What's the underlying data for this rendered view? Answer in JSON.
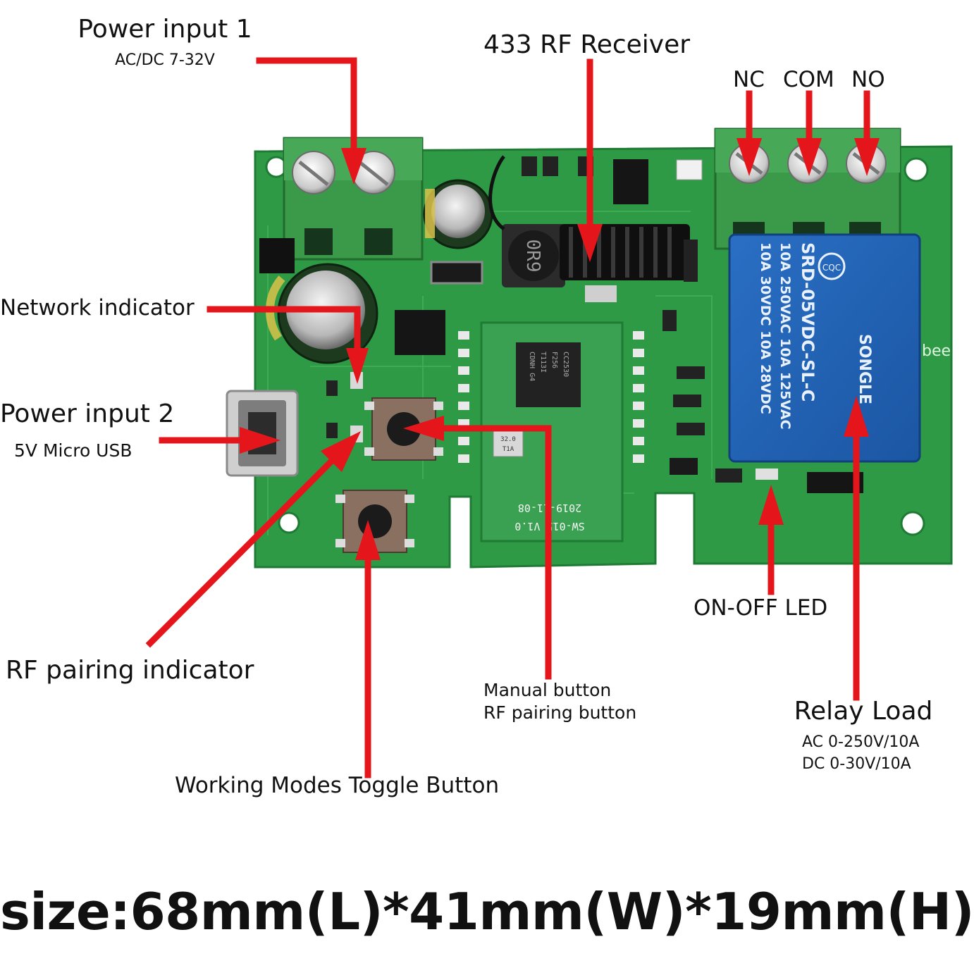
{
  "labels": {
    "power_input_1": {
      "title": "Power input 1",
      "sub": "AC/DC 7-32V"
    },
    "rf_receiver": "433 RF Receiver",
    "relay_terminals": {
      "nc": "NC",
      "com": "COM",
      "no": "NO"
    },
    "network_indicator": "Network indicator",
    "power_input_2": {
      "title": "Power input 2",
      "sub": "5V Micro USB"
    },
    "rf_pairing_indicator": "RF pairing indicator",
    "manual_button": {
      "line1": "Manual button",
      "line2": "RF pairing button"
    },
    "on_off_led": "ON-OFF LED",
    "relay_load": {
      "title": "Relay Load",
      "ac": "AC 0-250V/10A",
      "dc": "DC 0-30V/10A"
    },
    "mode_toggle": "Working Modes Toggle Button"
  },
  "board_marks": {
    "relay_lines": [
      "SRD-05VDC-SL-C",
      "10A 250VAC  10A 125VAC",
      "10A 30VDC  10A 28VDC"
    ],
    "relay_brand": "SONGLE",
    "relay_cert": "CQC",
    "inductor": "0R9",
    "chip": [
      "CC2530",
      "F256",
      "T113I",
      "CDNH G4"
    ],
    "crystal": [
      "32.0",
      "T1A"
    ],
    "module_date": "2019-11-08",
    "module_id": "SW-015 V1.0",
    "edge_text": "bee"
  },
  "size_text": "size:68mm(L)*41mm(W)*19mm(H)",
  "colors": {
    "pcb": "#2e9a46",
    "pcb_dark": "#1f7a34",
    "terminal": "#3a9a4a",
    "relay": "#1d5fb3",
    "arrow": "#e4161b"
  }
}
